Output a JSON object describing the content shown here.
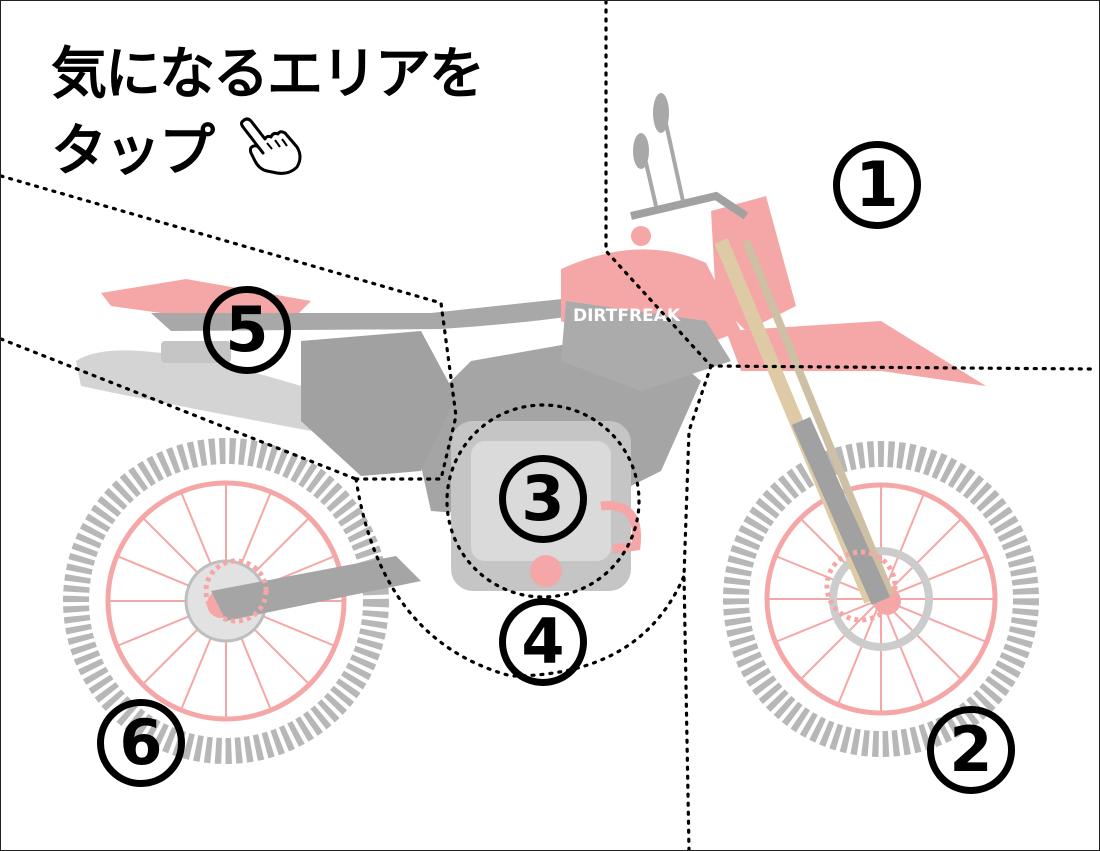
{
  "heading": {
    "line1": "気になるエリアを",
    "line2": "タップ"
  },
  "icons": {
    "tap": "pointing-hand-icon"
  },
  "bike": {
    "tank_decal": "DIRTFREAK"
  },
  "zones": [
    {
      "id": "zone-1",
      "label": "1"
    },
    {
      "id": "zone-2",
      "label": "2"
    },
    {
      "id": "zone-3",
      "label": "3"
    },
    {
      "id": "zone-4",
      "label": "4"
    },
    {
      "id": "zone-5",
      "label": "5"
    },
    {
      "id": "zone-6",
      "label": "6"
    }
  ],
  "colors": {
    "accent_red": "#e83030",
    "bike_dark": "#2a2a2a",
    "divider": "#000000"
  }
}
